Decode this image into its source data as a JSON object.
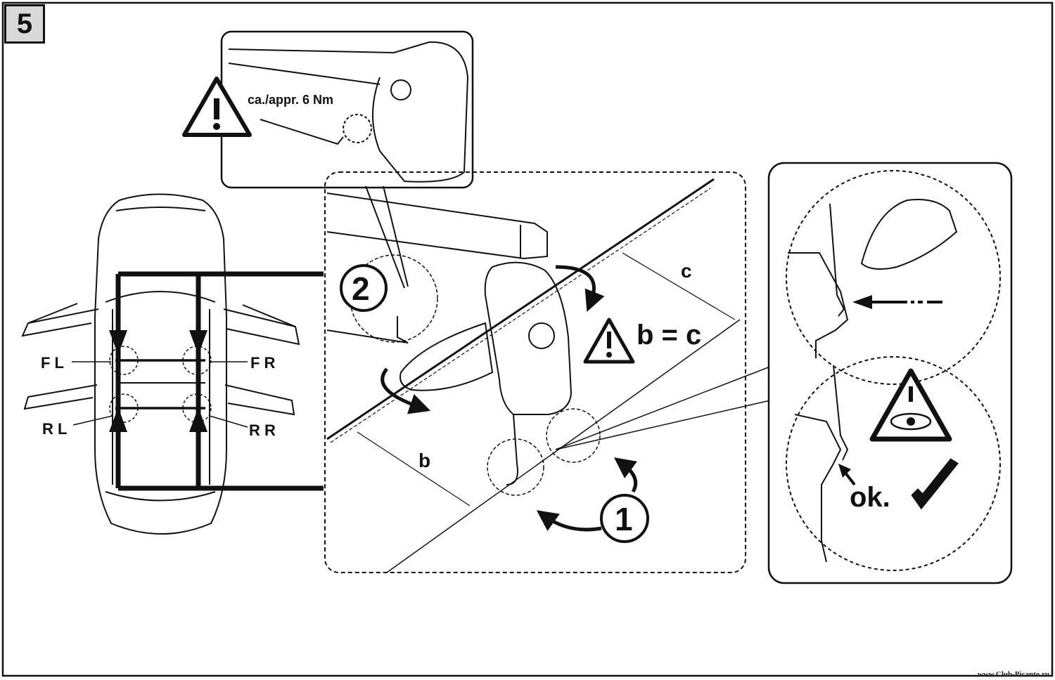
{
  "step": {
    "number": "5"
  },
  "torque_callout": {
    "text": "ca./appr. 6 Nm"
  },
  "positions": {
    "front_left": "F L",
    "front_right": "F R",
    "rear_left": "R L",
    "rear_right": "R R"
  },
  "steps": {
    "tighten": "2",
    "rotate": "1"
  },
  "measurement": {
    "b": "b",
    "c": "c",
    "equation": "b = c"
  },
  "check": {
    "ok": "ok."
  },
  "footer": {
    "watermark": "www.Club-Picanto.ru"
  },
  "colors": {
    "ink": "#111111",
    "step_box_fill": "#d9d9d9",
    "background": "#ffffff"
  },
  "icons": [
    "warning-triangle-icon",
    "eye-warning-icon",
    "checkmark-icon",
    "hex-key-icon",
    "rotate-arrow-icon"
  ]
}
